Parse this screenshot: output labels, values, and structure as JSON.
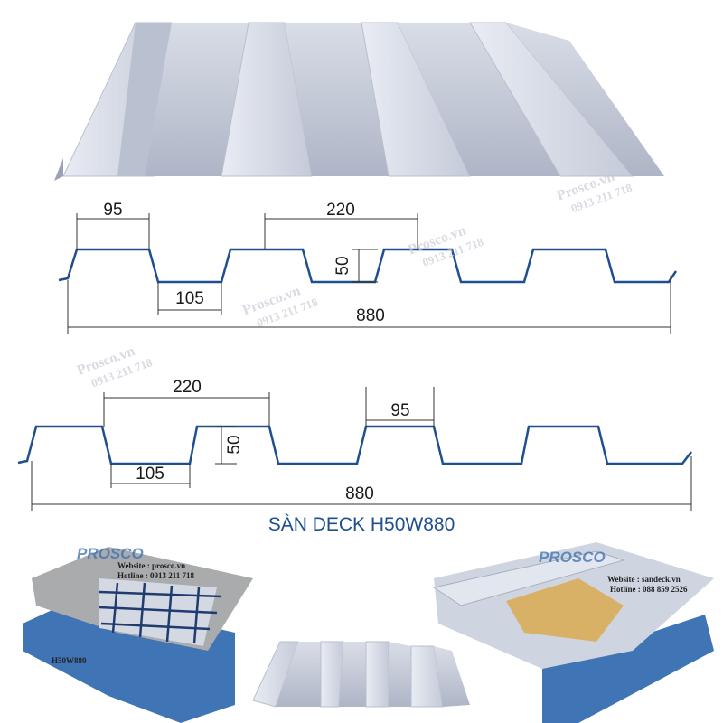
{
  "diagram": {
    "title": "SÀN DECK H50W880",
    "profile_top": {
      "rib_top_width": "95",
      "pitch": "220",
      "rib_height": "50",
      "bottom_width": "105",
      "total_width": "880"
    },
    "profile_bottom": {
      "pitch": "220",
      "rib_top_width": "95",
      "rib_height": "50",
      "bottom_width": "105",
      "total_width": "880"
    },
    "watermark": {
      "brand": "Prosco.vn",
      "phone": "0913 211 718"
    },
    "photo_left": {
      "logo": "PROSCO",
      "website": "Website : prosco.vn",
      "hotline": "Hotline : 0913 211 718",
      "label": "H50W880"
    },
    "photo_right": {
      "logo": "PROSCO",
      "website": "Website : sandeck.vn",
      "hotline": "Hotline : 088 859 2526"
    },
    "colors": {
      "profile_line": "#1f4f8f",
      "steel_beam": "#3f74b5",
      "sheet": "#d6dbe6",
      "insulation": "#d8b167"
    }
  }
}
